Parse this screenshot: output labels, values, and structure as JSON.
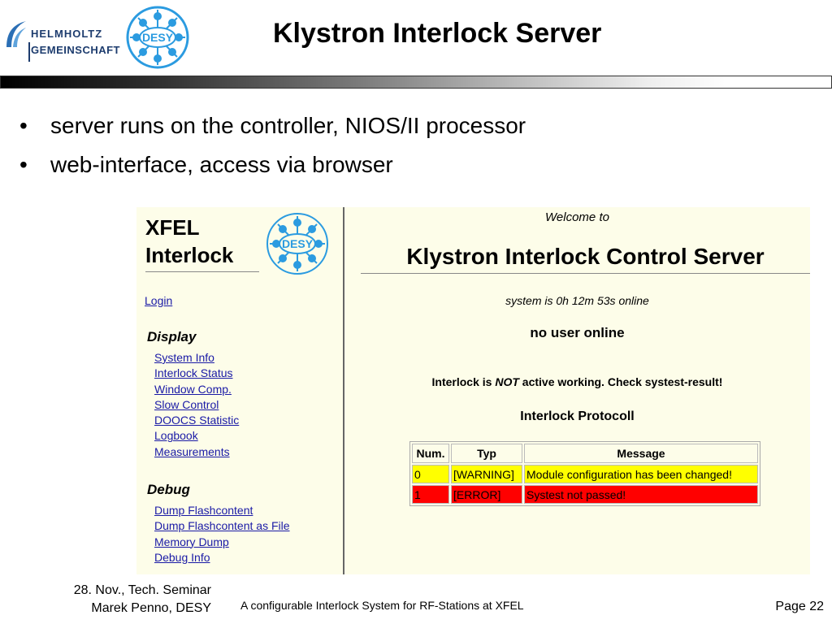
{
  "header": {
    "logo_line1": "HELMHOLTZ",
    "logo_line2": "GEMEINSCHAFT",
    "desy_logo_text": "DESY",
    "slide_title": "Klystron Interlock Server"
  },
  "bullets": [
    "server runs on the controller, NIOS/II processor",
    "web-interface, access via browser"
  ],
  "embedded_screenshot": {
    "nav": {
      "title_line1": "XFEL",
      "title_line2": "Interlock",
      "logo_text": "DESY",
      "login_label": "Login",
      "display_heading": "Display",
      "display_links": [
        "System Info",
        "Interlock Status",
        "Window Comp.",
        "Slow Control",
        "DOOCS Statistic",
        "Logbook",
        "Measurements"
      ],
      "debug_heading": "Debug",
      "debug_links": [
        "Dump Flashcontent",
        "Dump Flashcontent as File",
        "Memory Dump",
        "Debug Info"
      ]
    },
    "main": {
      "welcome": "Welcome to",
      "title": "Klystron Interlock Control Server",
      "uptime": "system is 0h 12m 53s online",
      "user_status": "no user online",
      "interlock_prefix": "Interlock is ",
      "interlock_not": "NOT",
      "interlock_suffix": " active working. Check systest-result!",
      "protocol_heading": "Interlock Protocoll",
      "protocol_table": {
        "headers": [
          "Num.",
          "Typ",
          "Message"
        ],
        "rows": [
          {
            "num": "0",
            "typ": "[WARNING]",
            "message": "Module configuration has been changed!",
            "color": "#ffff00"
          },
          {
            "num": "1",
            "typ": "[ERROR]",
            "message": "Systest not passed!",
            "color": "#ff0000"
          }
        ]
      }
    }
  },
  "footer": {
    "date_line": "28. Nov., Tech. Seminar",
    "author_line": "Marek Penno, DESY",
    "subtitle": "A configurable Interlock System for RF-Stations at XFEL",
    "page": "Page 22"
  },
  "colors": {
    "accent_blue": "#1d3c6e",
    "desy_blue": "#2b9be0",
    "screenshot_bg": "#fdfde9",
    "link_color": "#1a1aa6",
    "warning_row": "#ffff00",
    "error_row": "#ff0000"
  }
}
